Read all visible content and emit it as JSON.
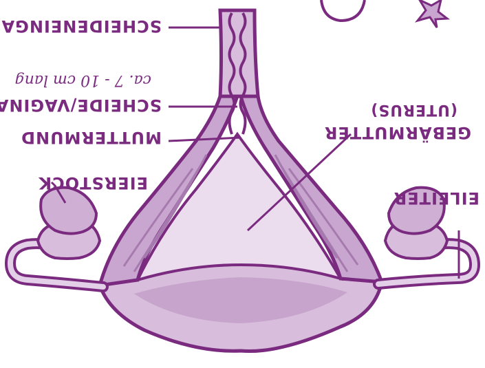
{
  "colors": {
    "outline": "#7a2b7f",
    "fill_light": "#e7d6ea",
    "fill_mid": "#c9a6cf",
    "fill_dark": "#a77aaf",
    "background": "#ffffff"
  },
  "labels": {
    "scheideneingang": "SCHEIDENEINGANG",
    "scheide_vagina": "SCHEIDE/VAGINA",
    "scheide_length": "ca. 7 - 10 cm lang",
    "muttermund": "MUTTERMUND",
    "eierstock": "EIERSTOCK",
    "gebaermutter": "GEBÄRMUTTER",
    "uterus": "(UTERUS)",
    "eileiter": "EILEITER"
  }
}
